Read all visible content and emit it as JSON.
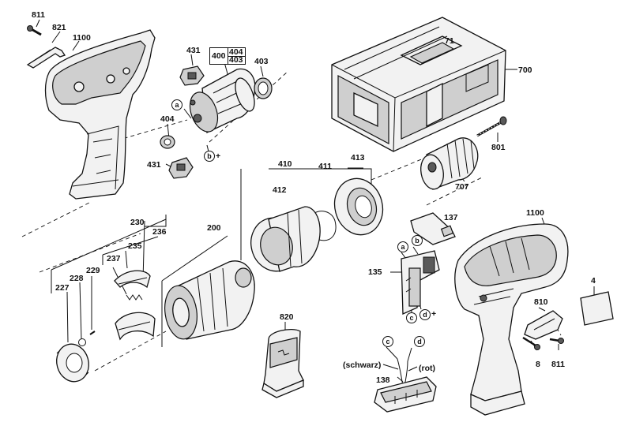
{
  "parts": {
    "p811a": "811",
    "p821": "821",
    "p1100a": "1100",
    "p431a": "431",
    "p400": "400",
    "p404a": "404",
    "p403a": "403",
    "p403b": "403",
    "p404b": "404",
    "p431b": "431",
    "p71": "71",
    "p700": "700",
    "p801": "801",
    "p707": "707",
    "p410": "410",
    "p411": "411",
    "p413": "413",
    "p412": "412",
    "p200": "200",
    "p230": "230",
    "p236": "236",
    "p235": "235",
    "p237": "237",
    "p229": "229",
    "p228": "228",
    "p227": "227",
    "p820": "820",
    "p137": "137",
    "p1100b": "1100",
    "p135": "135",
    "p4": "4",
    "p810": "810",
    "p8": "8",
    "p811b": "811",
    "p138": "138"
  },
  "markers": {
    "a1": "a",
    "b1": "b",
    "a2": "a",
    "b2": "b",
    "c1": "c",
    "d1": "d",
    "c2": "c",
    "d2": "d"
  },
  "signs": {
    "plus1": "+",
    "plus2": "+"
  },
  "wires": {
    "black": "(schwarz)",
    "red": "(rot)"
  }
}
